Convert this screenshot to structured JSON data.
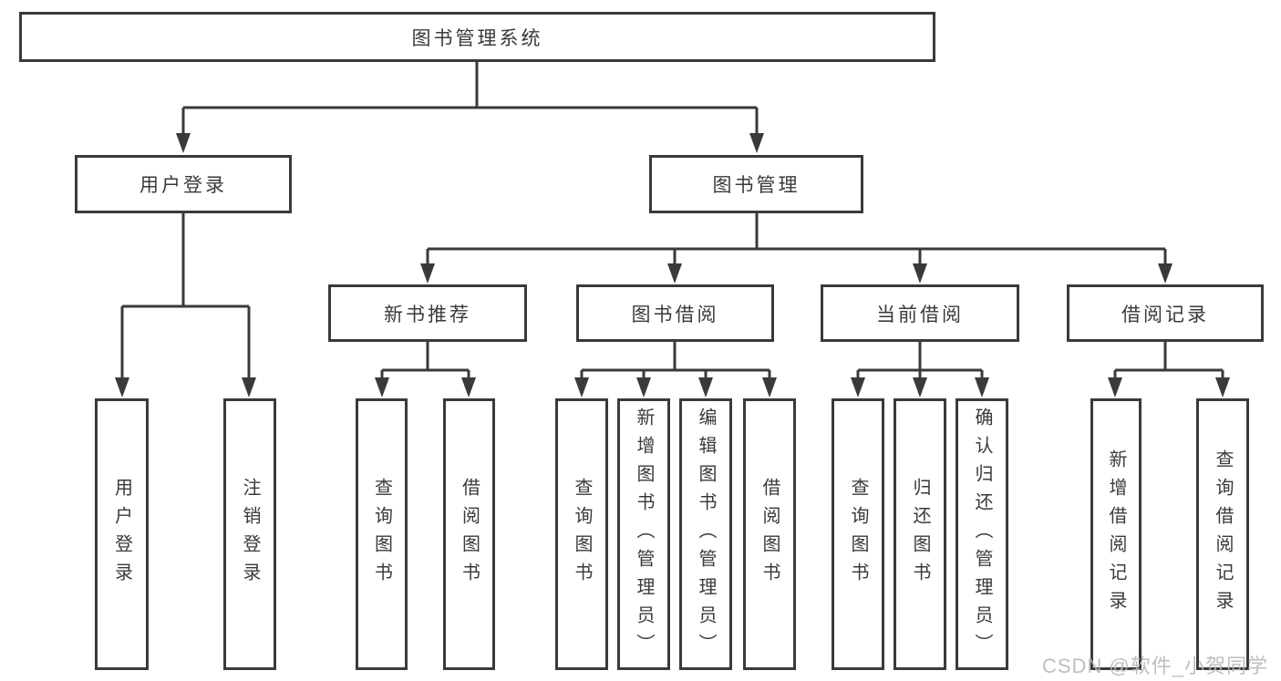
{
  "tree": {
    "label": "图书管理系统",
    "children": [
      {
        "label": "用户登录",
        "children": [
          {
            "label": "用户登录"
          },
          {
            "label": "注销登录"
          }
        ]
      },
      {
        "label": "图书管理",
        "children": [
          {
            "label": "新书推荐",
            "children": [
              {
                "label": "查询图书"
              },
              {
                "label": "借阅图书"
              }
            ]
          },
          {
            "label": "图书借阅",
            "children": [
              {
                "label": "查询图书"
              },
              {
                "label": "新增图书（管理员）"
              },
              {
                "label": "编辑图书（管理员）"
              },
              {
                "label": "借阅图书"
              }
            ]
          },
          {
            "label": "当前借阅",
            "children": [
              {
                "label": "查询图书"
              },
              {
                "label": "归还图书"
              },
              {
                "label": "确认归还（管理员）"
              }
            ]
          },
          {
            "label": "借阅记录",
            "children": [
              {
                "label": "新增借阅记录"
              },
              {
                "label": "查询借阅记录"
              }
            ]
          }
        ]
      }
    ]
  },
  "watermark": {
    "text": "CSDN @软件_小贺同学"
  },
  "colors": {
    "line": "#3a3a3a",
    "text": "#3a3a3a",
    "box_background": "#ffffff",
    "page_background": "#ffffff",
    "watermark": "#b8b8b8"
  }
}
